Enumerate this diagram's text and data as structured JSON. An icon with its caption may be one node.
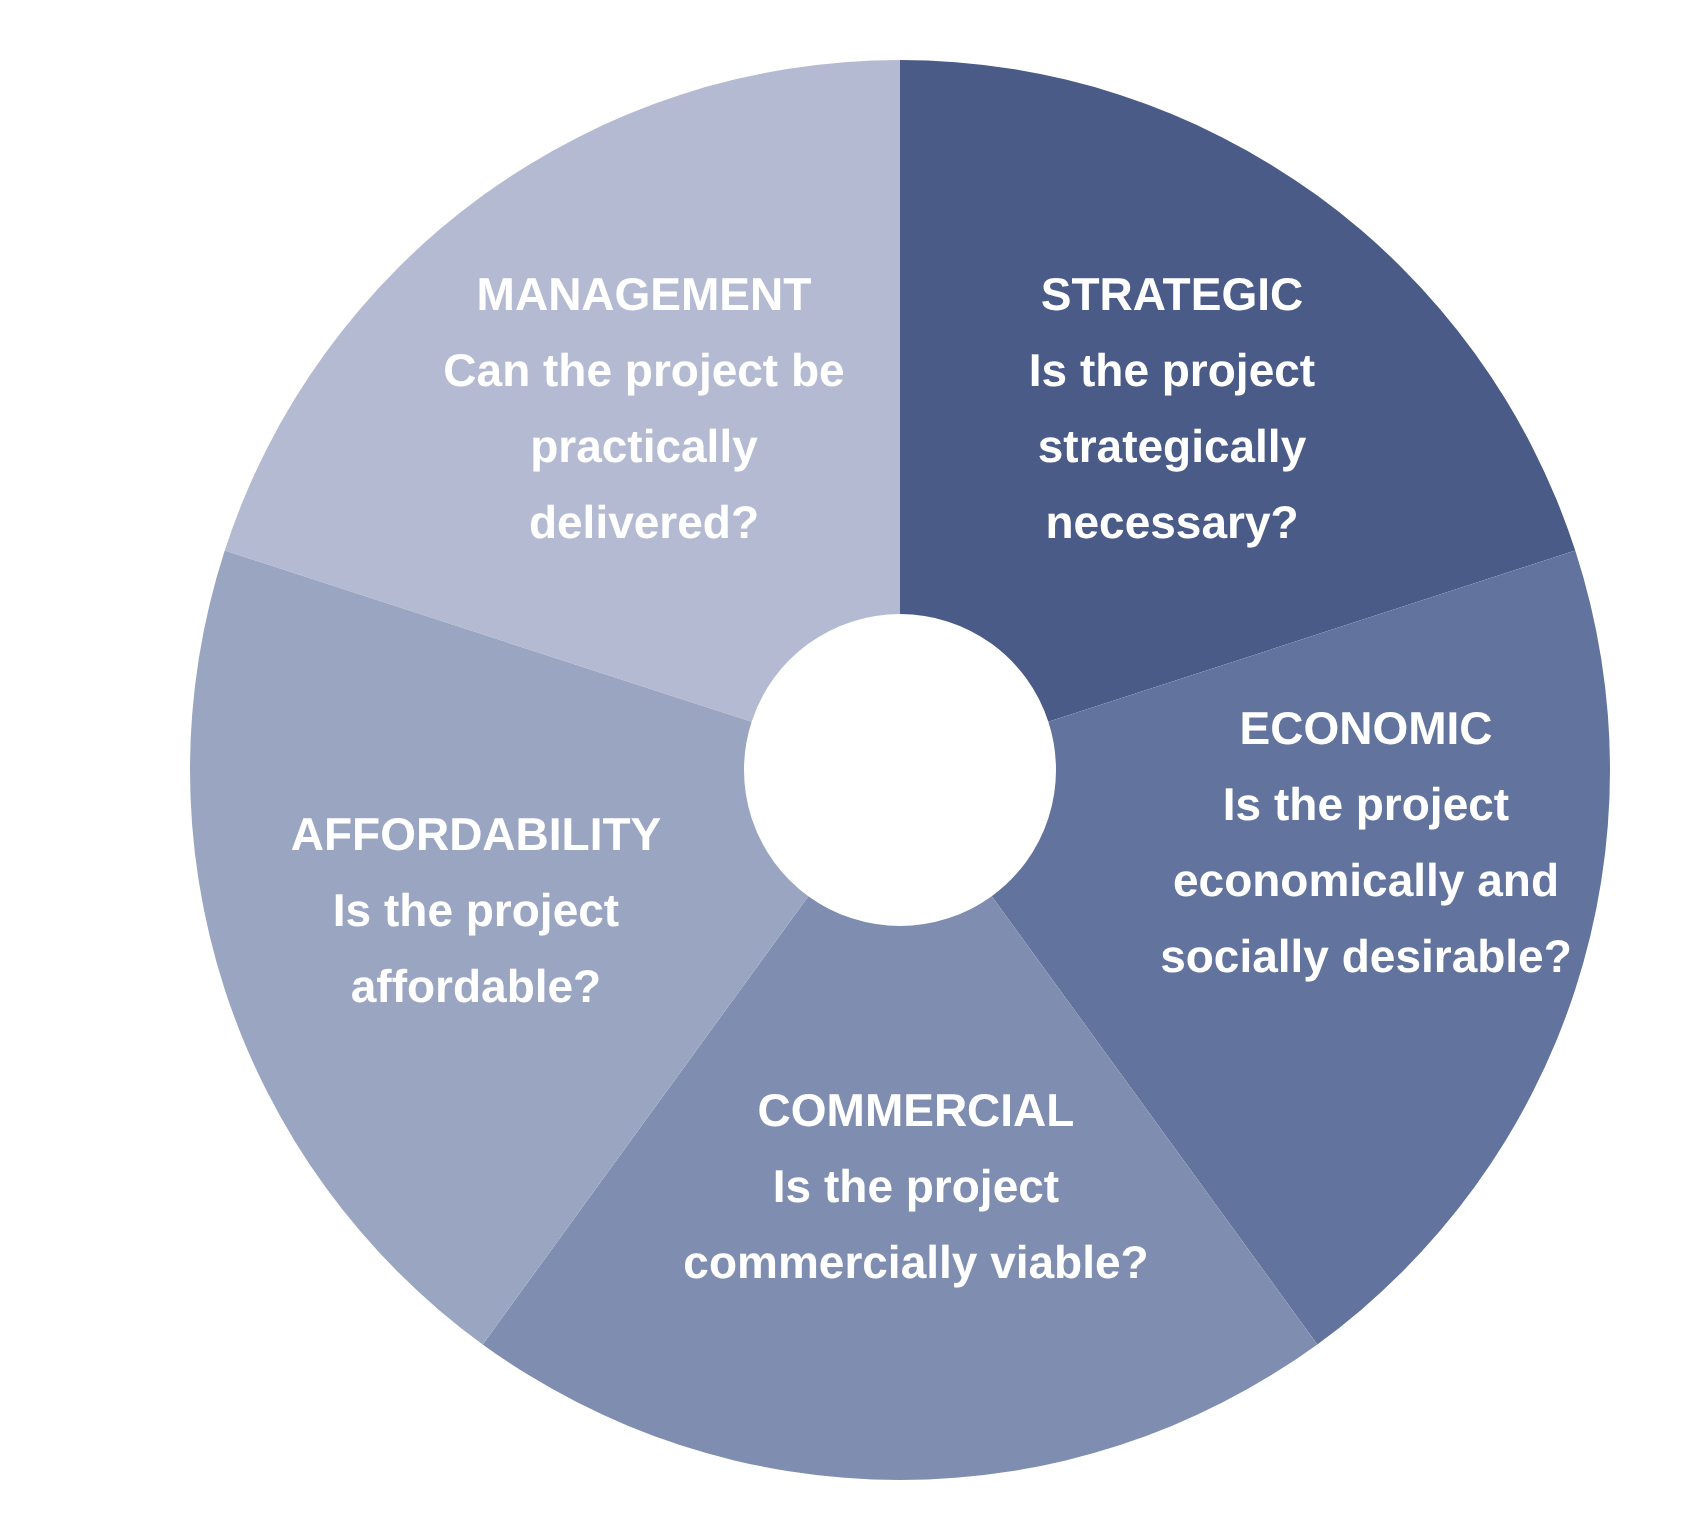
{
  "diagram": {
    "nodes": [
      {
        "text": [
          "MANAGEMENT",
          "Can the project be practically delivered?"
        ]
      },
      {
        "text": [
          "STRATEGIC",
          "Is the project strategically necessary?"
        ]
      },
      {
        "text": [
          "ECONOMIC",
          "Is the project economically and socially desirable?"
        ]
      },
      {
        "text": [
          "COMMERCIAL",
          "Is the project commercially viable?"
        ]
      },
      {
        "text": [
          "AFFORDABILITY",
          "Is the project affordable?"
        ]
      }
    ]
  }
}
